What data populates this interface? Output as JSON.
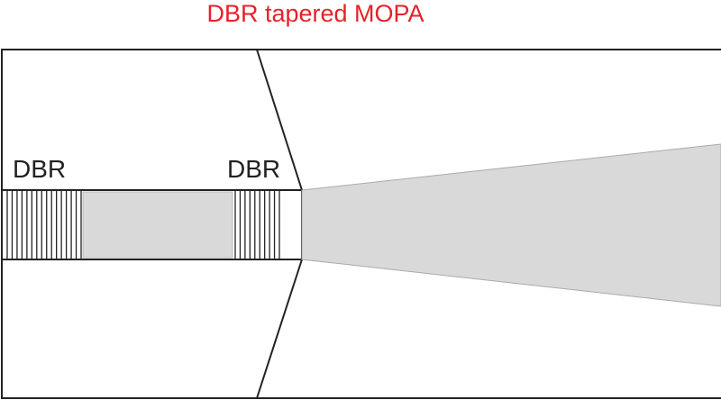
{
  "title": "DBR tapered MOPA",
  "labels": {
    "dbr_left": "DBR",
    "dbr_right": "DBR"
  },
  "colors": {
    "title": "#e8202a",
    "gain": "#d9d9d9",
    "line": "#222222"
  }
}
